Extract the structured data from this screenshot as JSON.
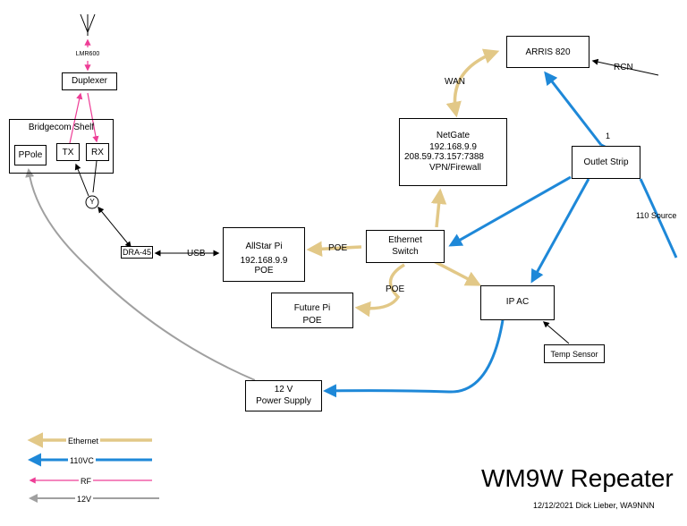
{
  "title": "WM9W Repeater",
  "credit": "12/12/2021 Dick Lieber, WA9NNN",
  "colors": {
    "ethernet": "#e2c887",
    "power_110": "#1e88d8",
    "rf": "#ee3d96",
    "power_12v": "#a0a0a0",
    "outline": "#000000"
  },
  "nodes": {
    "antenna_label": "LMR600",
    "duplexer": "Duplexer",
    "shelf": "Bridgecom Shelf",
    "ppole": "PPole",
    "tx": "TX",
    "rx": "RX",
    "y_junction": "Y",
    "dra45": "DRA-45",
    "allstar": [
      "AllStar Pi",
      "192.168.9.9",
      "POE"
    ],
    "netgate": [
      "NetGate",
      "192.168.9.9",
      "208.59.73.157:7388",
      "VPN/Firewall"
    ],
    "arris": "ARRIS 820",
    "outlet_strip": "Outlet Strip",
    "ethernet_switch": [
      "Ethernet",
      "Switch"
    ],
    "future_pi": [
      "Future Pi",
      "POE"
    ],
    "ip_ac": "IP AC",
    "temp_sensor": "Temp Sensor",
    "power_supply": [
      "12 V",
      "Power Supply"
    ]
  },
  "link_labels": {
    "usb": "USB",
    "poe_allstar": "POE",
    "poe_future": "POE",
    "wan": "WAN",
    "rcn": "RCN",
    "one": "1",
    "source_110": "110 Source"
  },
  "legend": [
    {
      "label": "Ethernet",
      "color_key": "ethernet"
    },
    {
      "label": "110VC",
      "color_key": "power_110"
    },
    {
      "label": "RF",
      "color_key": "rf"
    },
    {
      "label": "12V",
      "color_key": "power_12v"
    }
  ]
}
